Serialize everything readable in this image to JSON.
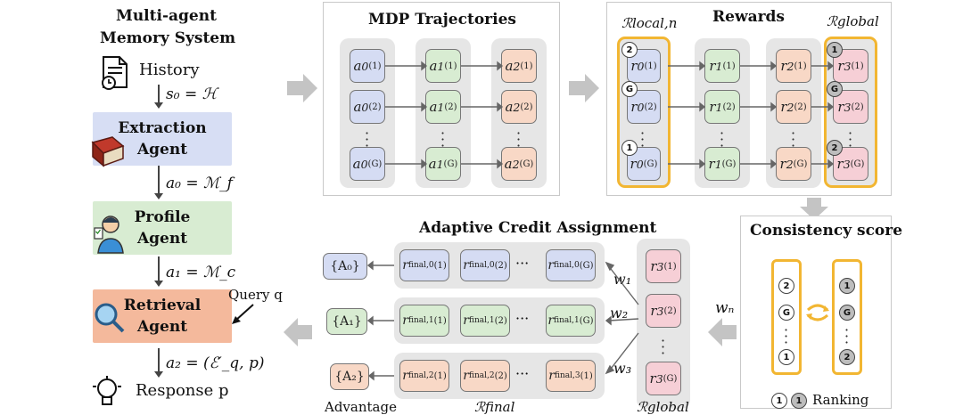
{
  "left": {
    "title_line1": "Multi-agent",
    "title_line2": "Memory System",
    "history": "History",
    "s0": "s₀ = ℋ",
    "extraction_line1": "Extraction",
    "extraction_line2": "Agent",
    "a0": "a₀ = ℳ_f",
    "profile_line1": "Profile",
    "profile_line2": "Agent",
    "a1": "a₁ = ℳ_c",
    "retrieval_line1": "Retrieval",
    "retrieval_line2": "Agent",
    "query": "Query q",
    "a2": "a₂ = (ℰ′_q, p)",
    "response": "Response p"
  },
  "mdp": {
    "title": "MDP Trajectories",
    "rows": [
      [
        "a0(1)",
        "a1(1)",
        "a2(1)"
      ],
      [
        "a0(2)",
        "a1(2)",
        "a2(2)"
      ],
      [
        "a0(G)",
        "a1(G)",
        "a2(G)"
      ]
    ]
  },
  "rewards": {
    "title": "Rewards",
    "local_label": "ℛlocal,n",
    "global_label": "ℛglobal",
    "local_badges": [
      "2",
      "G",
      "1"
    ],
    "global_badges": [
      "1",
      "G",
      "2"
    ]
  },
  "consistency": {
    "title": "Consistency score",
    "left_badges": [
      "2",
      "G",
      "1"
    ],
    "right_badges": [
      "1",
      "G",
      "2"
    ],
    "ranking_label": "Ranking",
    "ranking_badges": [
      "1",
      "1"
    ]
  },
  "aca": {
    "title": "Adaptive Credit Assignment",
    "advantages": [
      "{A₀}",
      "{A₁}",
      "{A₂}"
    ],
    "weights": [
      "w₁",
      "w₂",
      "w₃"
    ],
    "wn": "wₙ",
    "r3_cells": [
      "r3(1)",
      "r3(2)",
      "r3(G)"
    ],
    "rows": [
      [
        "rfinal,0(1)",
        "rfinal,0(2)",
        "rfinal,0(G)"
      ],
      [
        "rfinal,1(1)",
        "rfinal,1(2)",
        "rfinal,1(G)"
      ],
      [
        "rfinal,2(1)",
        "rfinal,2(2)",
        "rfinal,3(1)"
      ]
    ],
    "bottom_left": "Advantage",
    "bottom_mid": "ℛfinal",
    "bottom_right": "ℛglobal"
  }
}
